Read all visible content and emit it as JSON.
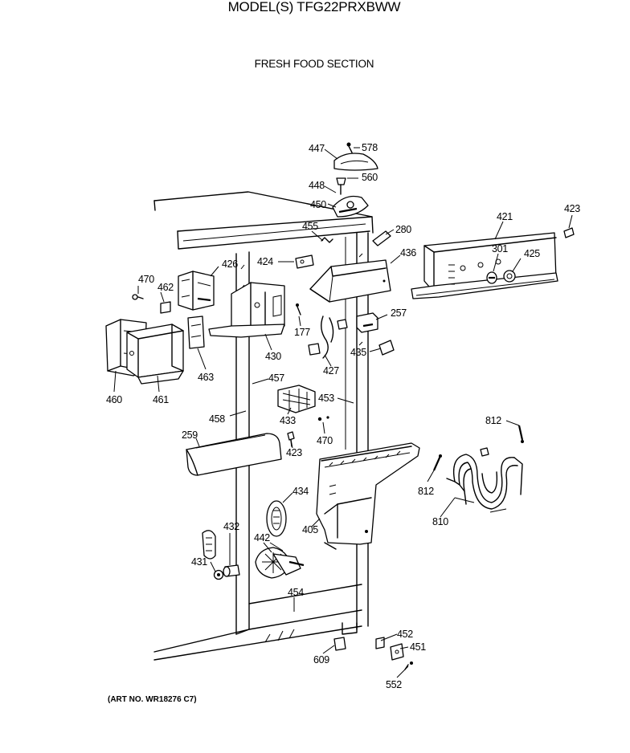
{
  "header": {
    "title": "MODEL(S) TFG22PRXBWW",
    "section": "FRESH FOOD SECTION"
  },
  "footer": {
    "art_no": "(ART NO. WR18276 C7)"
  },
  "parts": {
    "p447": "447",
    "p578": "578",
    "p448": "448",
    "p560": "560",
    "p450": "450",
    "p455": "455",
    "p280": "280",
    "p421": "421",
    "p423a": "423",
    "p426": "426",
    "p424": "424",
    "p436": "436",
    "p301": "301",
    "p425": "425",
    "p470a": "470",
    "p462": "462",
    "p177": "177",
    "p257": "257",
    "p435": "435",
    "p430": "430",
    "p427": "427",
    "p463": "463",
    "p457": "457",
    "p460": "460",
    "p461": "461",
    "p453": "453",
    "p433": "433",
    "p458": "458",
    "p812a": "812",
    "p470b": "470",
    "p259": "259",
    "p423b": "423",
    "p812b": "812",
    "p434": "434",
    "p810": "810",
    "p405": "405",
    "p432": "432",
    "p442": "442",
    "p431": "431",
    "p454": "454",
    "p452": "452",
    "p609": "609",
    "p451": "451",
    "p552": "552"
  }
}
